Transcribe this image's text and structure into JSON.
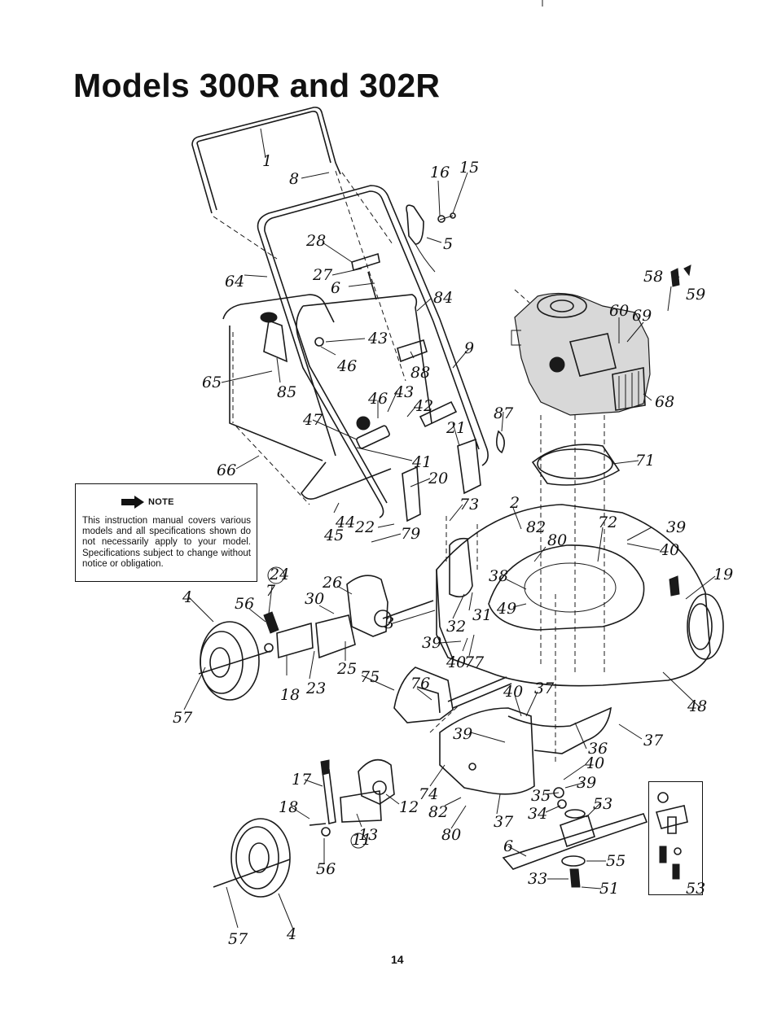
{
  "title": "Models 300R and 302R",
  "note": {
    "label": "NOTE",
    "text": "This instruction manual covers various models and all specifications shown do not necessarily apply to your model. Specifications subject to change without notice or obligation."
  },
  "page_number": "14",
  "icons": {
    "note_arrow": "arrow-right-icon"
  },
  "callouts": {
    "c1": "1",
    "c8": "8",
    "c16": "16",
    "c15": "15",
    "c5": "5",
    "c28": "28",
    "c27": "27",
    "c6a": "6",
    "c64": "64",
    "c84": "84",
    "c58": "58",
    "c59": "59",
    "c60": "60",
    "c69": "69",
    "c43a": "43",
    "c46a": "46",
    "c9": "9",
    "c88": "88",
    "c65": "65",
    "c85": "85",
    "c46b": "46",
    "c43b": "43",
    "c42": "42",
    "c47": "47",
    "c87": "87",
    "c21": "21",
    "c68": "68",
    "c71": "71",
    "c41": "41",
    "c66": "66",
    "c20": "20",
    "c73": "73",
    "c2": "2",
    "c82a": "82",
    "c44": "44",
    "c45": "45",
    "c22": "22",
    "c79": "79",
    "c80a": "80",
    "c72": "72",
    "c39a": "39",
    "c40a": "40",
    "c19": "19",
    "c24": "24",
    "c26": "26",
    "c4a": "4",
    "c56a": "56",
    "c7": "7",
    "c30": "30",
    "c38": "38",
    "c49": "49",
    "c3": "3",
    "c32": "32",
    "c31": "31",
    "c39b": "39",
    "c40b": "40",
    "c77": "77",
    "c18a": "18",
    "c23": "23",
    "c25": "25",
    "c75": "75",
    "c76": "76",
    "c40c": "40",
    "c37a": "37",
    "c48": "48",
    "c57a": "57",
    "c39c": "39",
    "c37b": "37",
    "c36": "36",
    "c40d": "40",
    "c17": "17",
    "c12": "12",
    "c74": "74",
    "c39d": "39",
    "c35": "35",
    "c53a": "53",
    "c18b": "18",
    "c13": "13",
    "c82b": "82",
    "c34": "34",
    "c37c": "37",
    "c11": "11",
    "c80b": "80",
    "c6b": "6",
    "c55": "55",
    "c56b": "56",
    "c33": "33",
    "c51": "51",
    "c53b": "53",
    "c57b": "57",
    "c4b": "4"
  }
}
